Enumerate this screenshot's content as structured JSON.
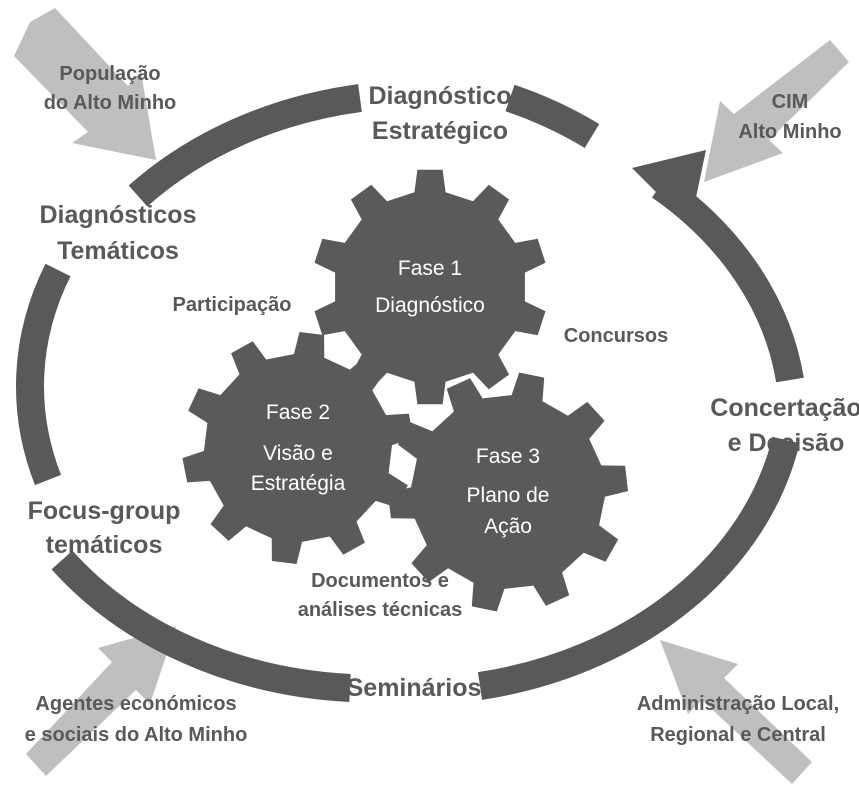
{
  "colors": {
    "ring": "#595959",
    "gear": "#5a5a5a",
    "arrow": "#bfbfbf",
    "text": "#595959",
    "gear_text": "#ffffff"
  },
  "ring_labels": {
    "top": [
      "Diagnóstico",
      "Estratégico"
    ],
    "left_top": [
      "Diagnósticos",
      "Temáticos"
    ],
    "right": [
      "Concertação",
      "e Decisão"
    ],
    "left_bottom": [
      "Focus-group",
      "temáticos"
    ],
    "bottom": "Seminários"
  },
  "corner_labels": {
    "top_left": [
      "População",
      "do Alto Minho"
    ],
    "top_right": [
      "CIM",
      "Alto Minho"
    ],
    "bottom_left": [
      "Agentes económicos",
      "e sociais do Alto Minho"
    ],
    "bottom_right": [
      "Administração Local,",
      "Regional e Central"
    ]
  },
  "inner_labels": {
    "participacao": "Participação",
    "concursos": "Concursos",
    "documentos": [
      "Documentos e",
      "análises técnicas"
    ]
  },
  "gears": [
    {
      "id": "fase1",
      "lines": [
        "Fase 1",
        "Diagnóstico"
      ]
    },
    {
      "id": "fase2",
      "lines": [
        "Fase 2",
        "Visão e",
        "Estratégia"
      ]
    },
    {
      "id": "fase3",
      "lines": [
        "Fase 3",
        "Plano de",
        "Ação"
      ]
    }
  ],
  "icons": {
    "ring_arrow": "arrowhead",
    "input_arrow": "block-arrow"
  }
}
